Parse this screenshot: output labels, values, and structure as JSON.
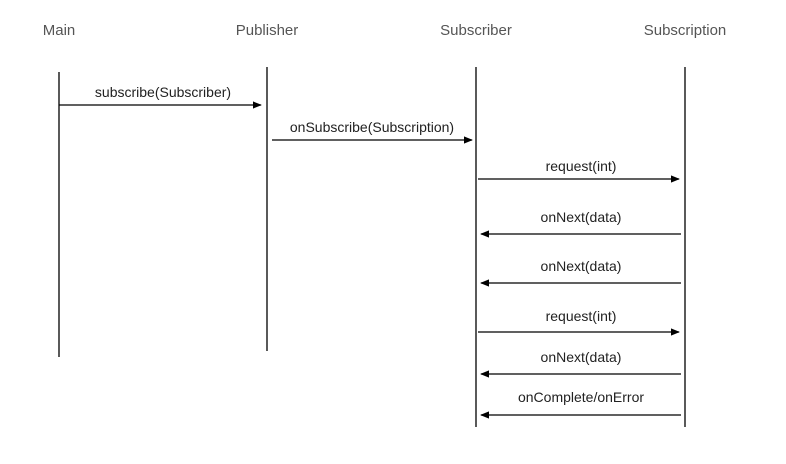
{
  "diagram": {
    "type": "sequence",
    "participants": [
      {
        "id": "main",
        "name": "Main"
      },
      {
        "id": "publisher",
        "name": "Publisher"
      },
      {
        "id": "subscriber",
        "name": "Subscriber"
      },
      {
        "id": "subscription",
        "name": "Subscription"
      }
    ],
    "messages": [
      {
        "from": "main",
        "to": "publisher",
        "label": "subscribe(Subscriber)"
      },
      {
        "from": "publisher",
        "to": "subscriber",
        "label": "onSubscribe(Subscription)"
      },
      {
        "from": "subscriber",
        "to": "subscription",
        "label": "request(int)"
      },
      {
        "from": "subscription",
        "to": "subscriber",
        "label": "onNext(data)"
      },
      {
        "from": "subscription",
        "to": "subscriber",
        "label": "onNext(data)"
      },
      {
        "from": "subscriber",
        "to": "subscription",
        "label": "request(int)"
      },
      {
        "from": "subscription",
        "to": "subscriber",
        "label": "onNext(data)"
      },
      {
        "from": "subscription",
        "to": "subscriber",
        "label": "onComplete/onError"
      }
    ]
  }
}
